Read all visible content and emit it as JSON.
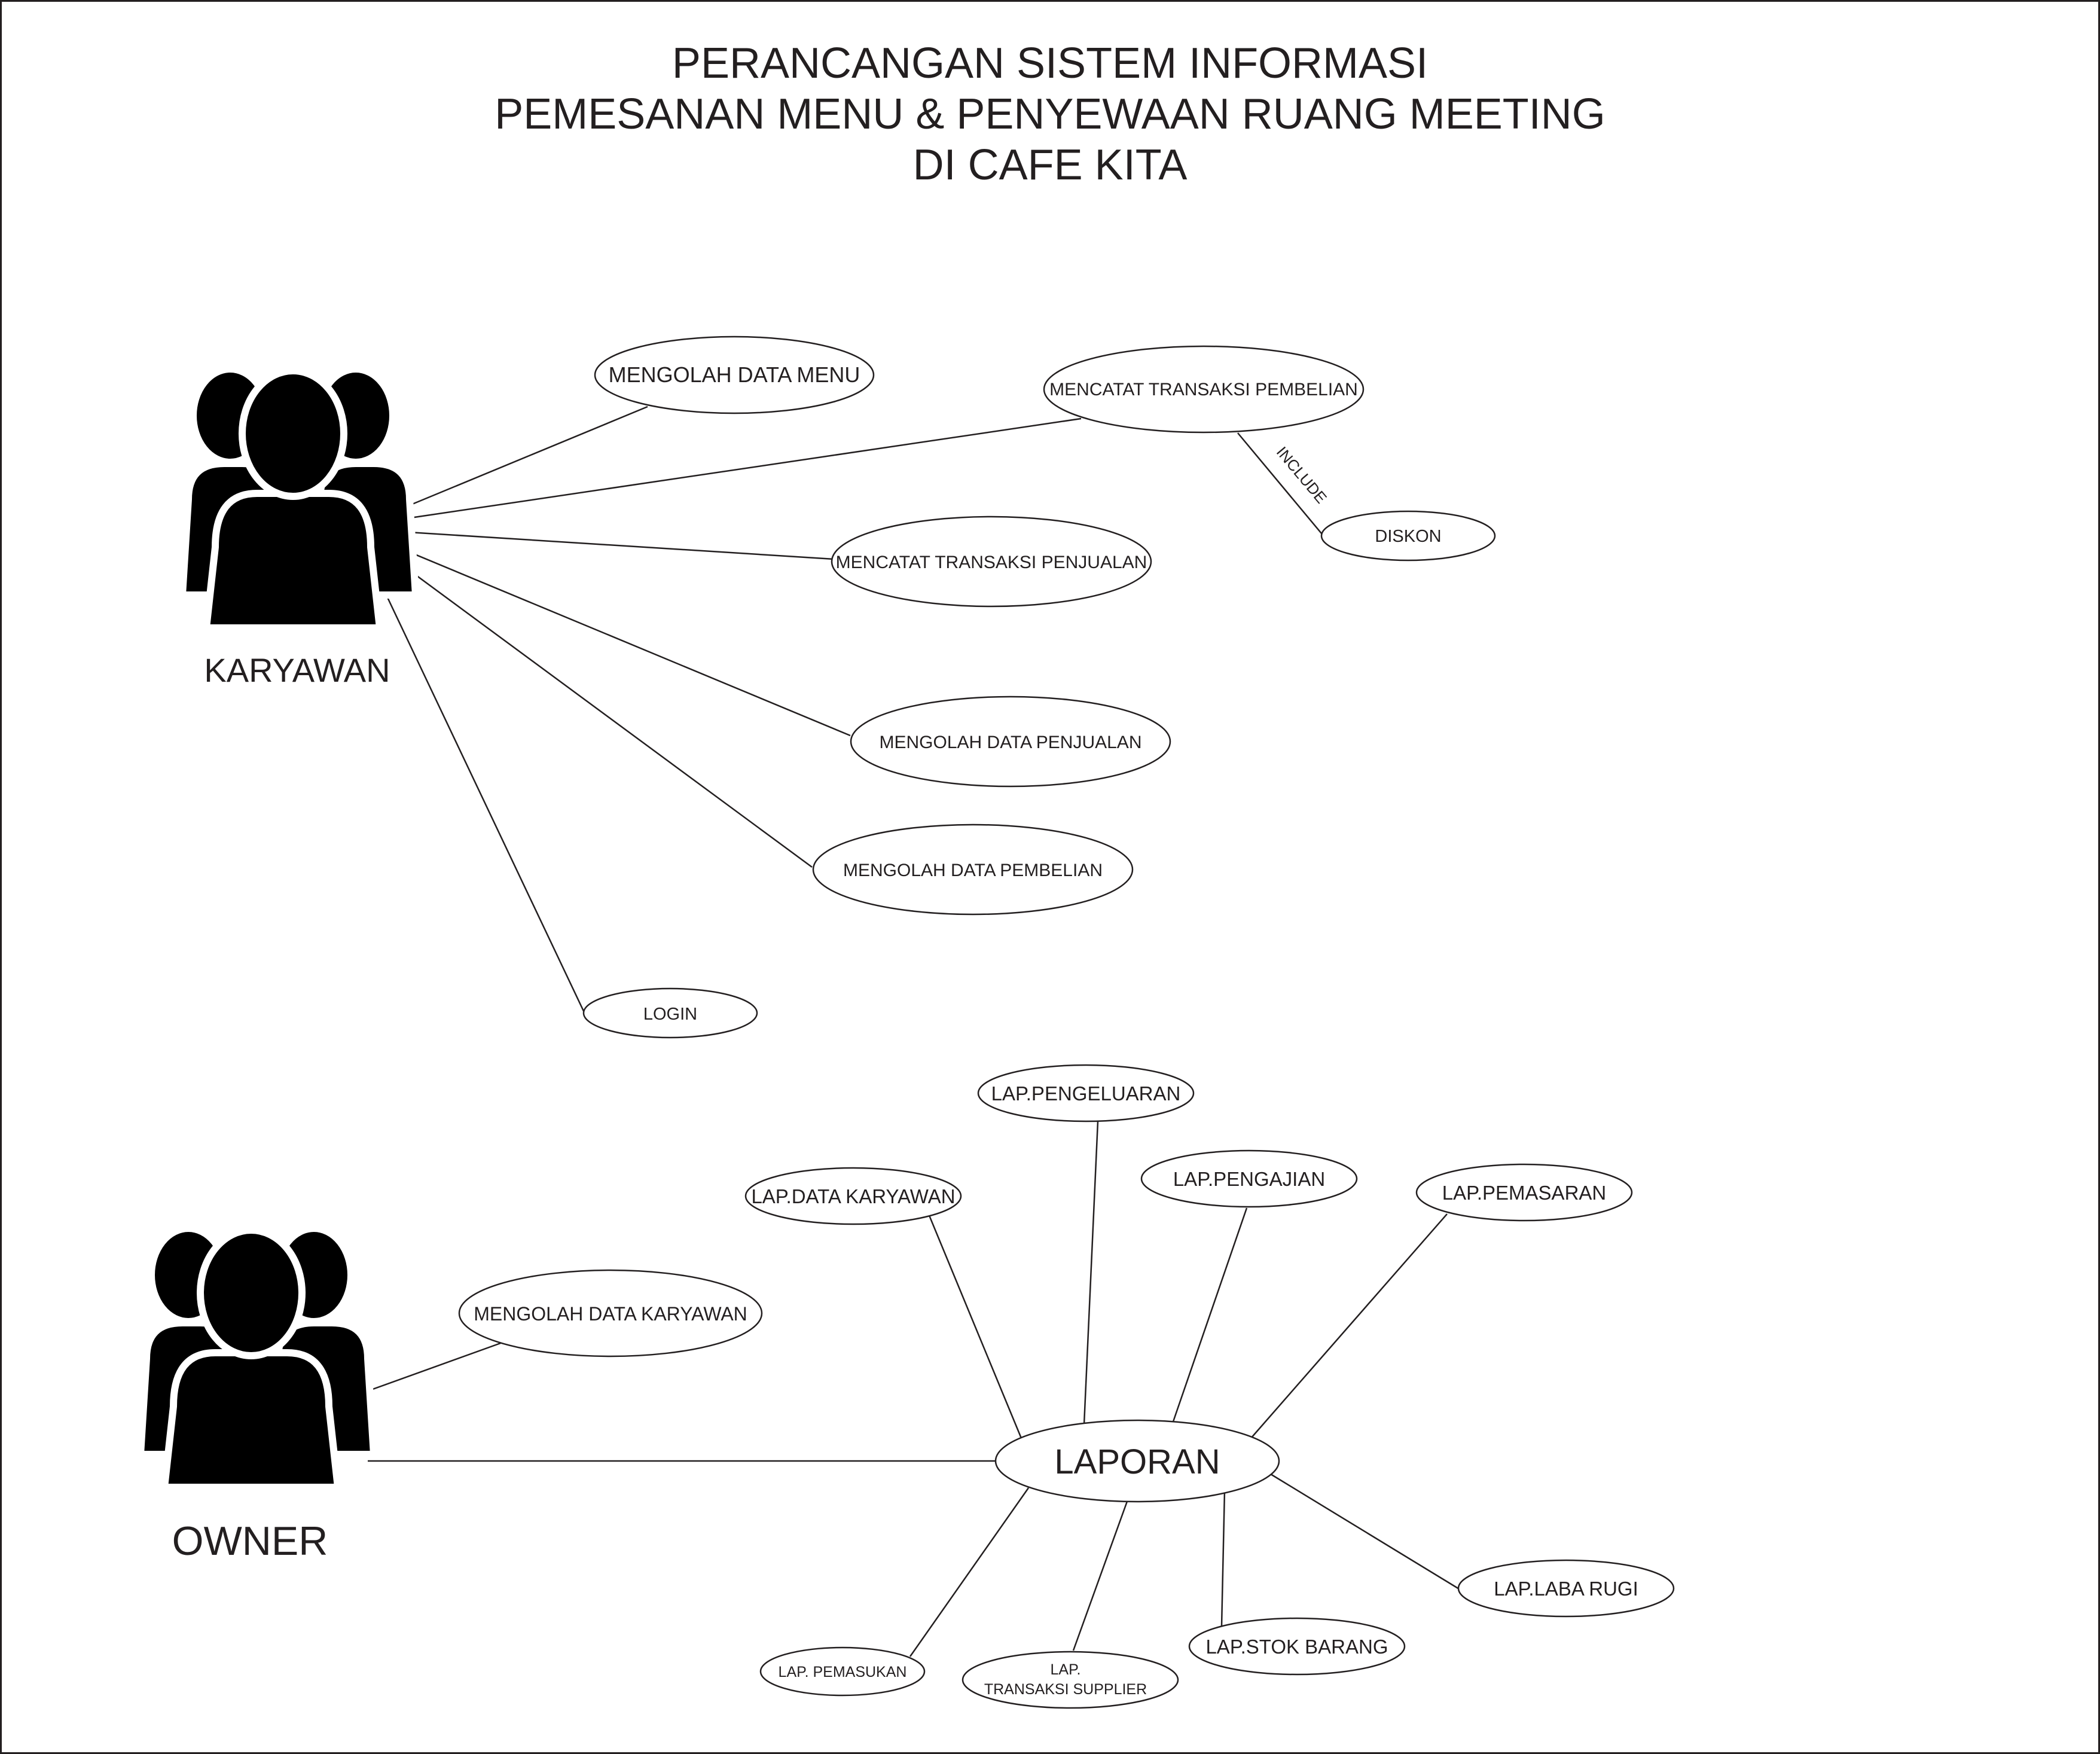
{
  "title": {
    "line1": "PERANCANGAN SISTEM INFORMASI",
    "line2": "PEMESANAN MENU & PENYEWAAN RUANG MEETING",
    "line3": "DI CAFE KITA"
  },
  "actors": {
    "karyawan": "KARYAWAN",
    "owner": "OWNER"
  },
  "use_cases": {
    "mengolah_data_menu": "MENGOLAH DATA MENU",
    "mencatat_transaksi_pembelian": "MENCATAT TRANSAKSI PEMBELIAN",
    "diskon": "DISKON",
    "mencatat_transaksi_penjualan": "MENCATAT TRANSAKSI PENJUALAN",
    "mengolah_data_penjualan": "MENGOLAH DATA PENJUALAN",
    "mengolah_data_pembelian": "MENGOLAH DATA PEMBELIAN",
    "login": "LOGIN",
    "mengolah_data_karyawan": "MENGOLAH DATA KARYAWAN",
    "laporan": "LAPORAN",
    "lap_pengeluaran": "LAP.PENGELUARAN",
    "lap_data_karyawan": "LAP.DATA KARYAWAN",
    "lap_pengajian": "LAP.PENGAJIAN",
    "lap_pemasaran": "LAP.PEMASARAN",
    "lap_laba_rugi": "LAP.LABA RUGI",
    "lap_stok_barang": "LAP.STOK BARANG",
    "lap_transaksi_supplier_line1": "LAP.",
    "lap_transaksi_supplier_line2": "TRANSAKSI SUPPLIER",
    "lap_pemasukan": "LAP. PEMASUKAN"
  },
  "relations": {
    "include_label": "INCLUDE"
  },
  "icons": {
    "actor": "users-group-icon"
  },
  "colors": {
    "ink": "#231f20",
    "stroke": "#231f20",
    "background": "#ffffff"
  }
}
